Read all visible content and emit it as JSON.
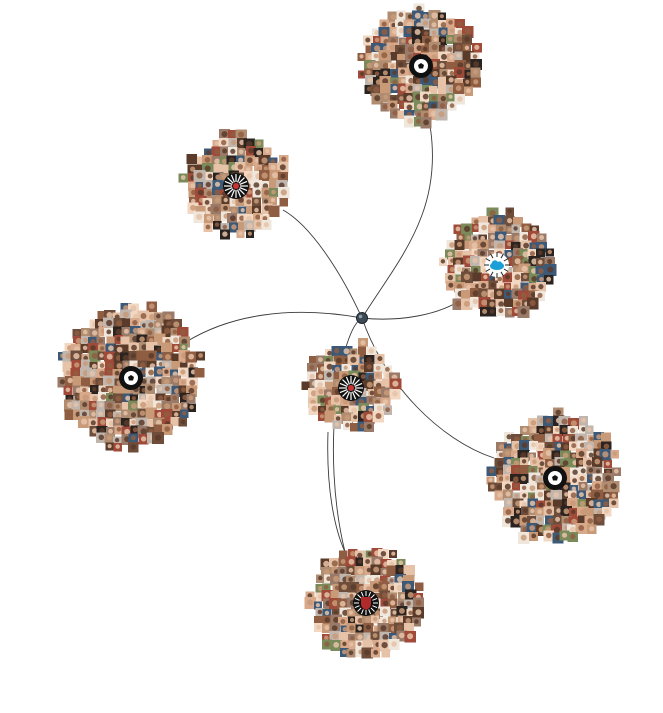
{
  "graph": {
    "hub": {
      "icon": "network-hub-icon",
      "color": "#3d4a55"
    },
    "clusters": [
      {
        "id": "top",
        "icon": "soccer-ball-icon",
        "badge_color": "#111111",
        "avatar_count": 420
      },
      {
        "id": "upper-left",
        "icon": "starburst-icon",
        "badge_color": "#111111",
        "avatar_count": 300
      },
      {
        "id": "right",
        "icon": "cloud-icon",
        "badge_color": "#1a9fd6",
        "avatar_count": 300
      },
      {
        "id": "left",
        "icon": "soccer-ball-icon",
        "badge_color": "#111111",
        "avatar_count": 520
      },
      {
        "id": "center",
        "icon": "starburst-icon",
        "badge_color": "#111111",
        "avatar_count": 260
      },
      {
        "id": "lower-right",
        "icon": "soccer-ball-icon",
        "badge_color": "#111111",
        "avatar_count": 480
      },
      {
        "id": "bottom",
        "icon": "shield-icon",
        "badge_color": "#b02a2a",
        "avatar_count": 340
      }
    ],
    "edge_color": "#3a3a3a",
    "avatar_palette": [
      "#e6c3a8",
      "#c99a78",
      "#8f5e42",
      "#5a3b2a",
      "#2b2320",
      "#efe6dc",
      "#b08d70",
      "#d8a98a",
      "#6e4e3a",
      "#9a7a68",
      "#3c5a78",
      "#7a8a5a",
      "#c0b6ad",
      "#a04a3a",
      "#f2d7c2"
    ]
  }
}
